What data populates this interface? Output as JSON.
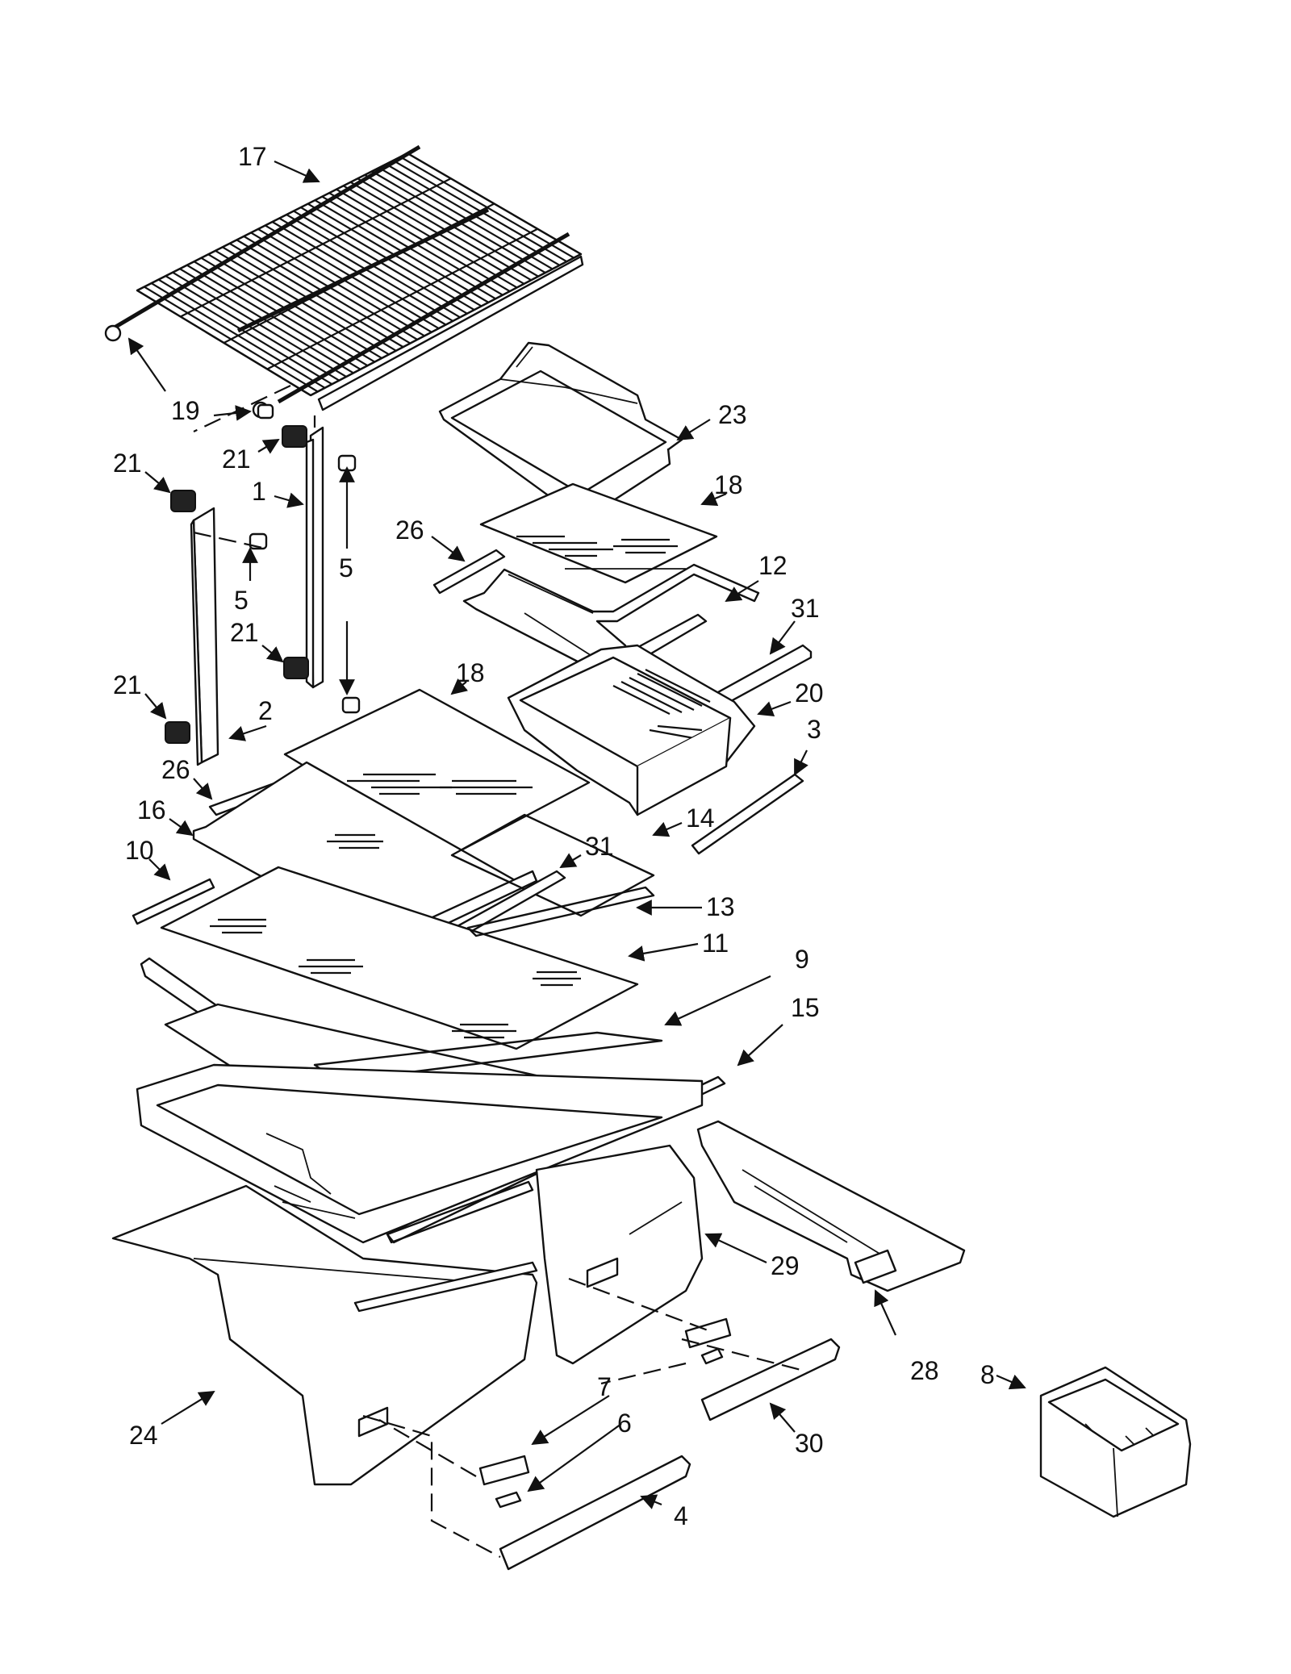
{
  "callouts": {
    "c1": "1",
    "c2": "2",
    "c3": "3",
    "c4": "4",
    "c5a": "5",
    "c5b": "5",
    "c6": "6",
    "c7": "7",
    "c8": "8",
    "c9": "9",
    "c10": "10",
    "c11": "11",
    "c12": "12",
    "c13": "13",
    "c14": "14",
    "c15": "15",
    "c16": "16",
    "c17": "17",
    "c18a": "18",
    "c18b": "18",
    "c19": "19",
    "c20": "20",
    "c21a": "21",
    "c21b": "21",
    "c21c": "21",
    "c21d": "21",
    "c23": "23",
    "c24": "24",
    "c26a": "26",
    "c26b": "26",
    "c28": "28",
    "c29": "29",
    "c30": "30",
    "c31a": "31",
    "c31b": "31"
  }
}
